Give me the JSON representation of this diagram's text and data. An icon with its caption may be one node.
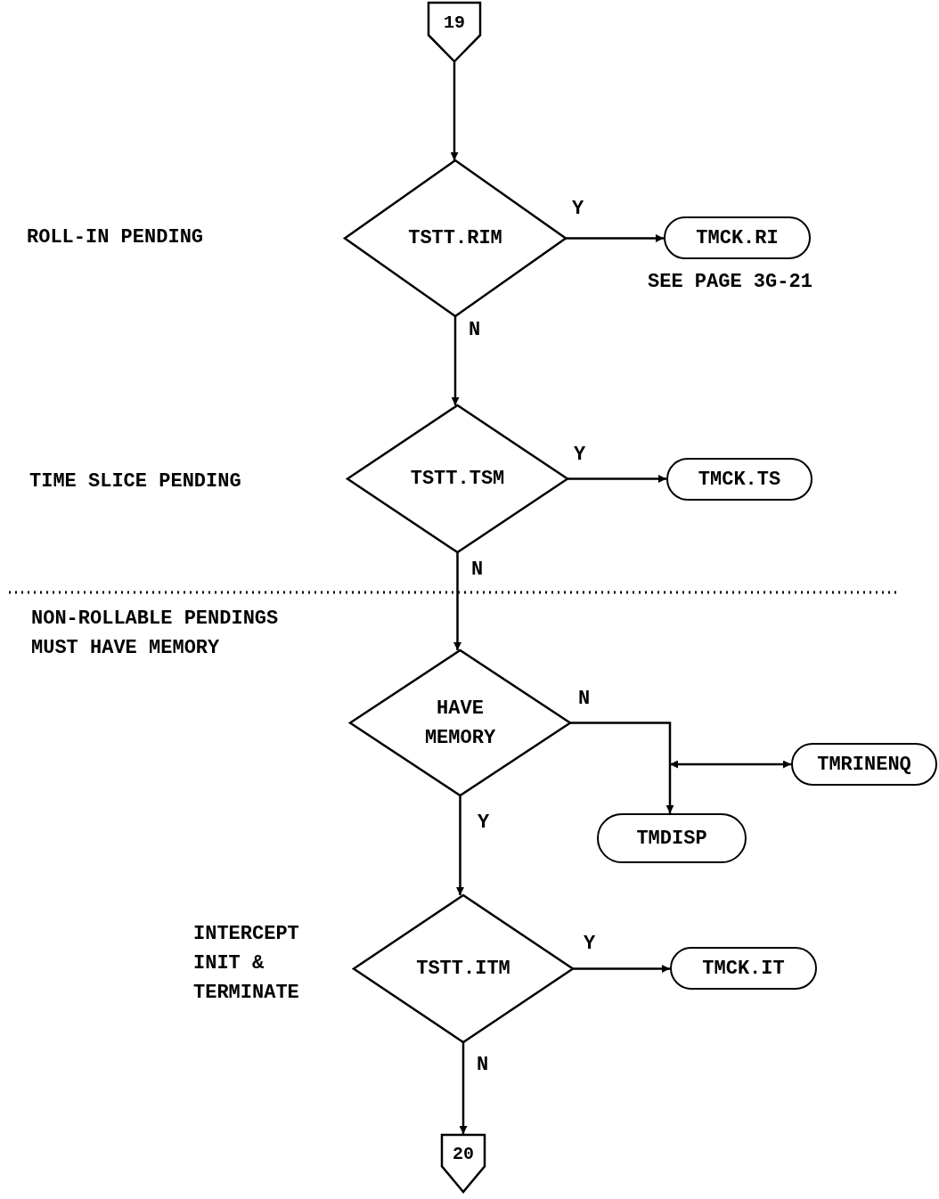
{
  "diagram": {
    "nodes": [
      {
        "text": [
          "19"
        ]
      },
      {
        "text": [
          "TSTT.RIM"
        ]
      },
      {
        "text": [
          "TMCK.RI"
        ],
        "beside": [
          "SEE PAGE 3G-21"
        ]
      },
      {
        "text": [
          "TSTT.TSM"
        ]
      },
      {
        "text": [
          "TMCK.TS"
        ]
      },
      {
        "text": [
          "HAVE MEMORY"
        ]
      },
      {
        "text": [
          "TMDISP"
        ]
      },
      {
        "text": [
          "TMRINENQ"
        ]
      },
      {
        "text": [
          "TSTT.ITM"
        ],
        "beside": [
          "INTERCEPT INIT & TERMINATE"
        ]
      },
      {
        "text": [
          "TMCK.IT"
        ]
      },
      {
        "text": [
          "20"
        ]
      }
    ],
    "edges": [
      {
        "from": 0,
        "to": 1,
        "arrow": "to"
      },
      {
        "from": 1,
        "to": 2,
        "arrow": "to",
        "label": "Y"
      },
      {
        "from": 1,
        "to": 3,
        "arrow": "to",
        "label": "N"
      },
      {
        "from": 3,
        "to": 4,
        "arrow": "to",
        "label": "Y"
      },
      {
        "from": 3,
        "to": 5,
        "arrow": "to",
        "label": "N"
      },
      {
        "from": 5,
        "to": 6,
        "arrow": "to",
        "label": "N"
      },
      {
        "from": null,
        "to": 7,
        "arrow": "both"
      },
      {
        "from": 5,
        "to": 8,
        "arrow": "to",
        "label": "Y"
      },
      {
        "from": 8,
        "to": 9,
        "arrow": "to",
        "label": "Y"
      },
      {
        "from": 8,
        "to": 10,
        "arrow": "to",
        "label": "N"
      }
    ],
    "labels": [
      "ROLL-IN PENDING",
      "TIME SLICE PENDING",
      "NON-ROLLABLE PENDINGS MUST HAVE MEMORY"
    ]
  }
}
